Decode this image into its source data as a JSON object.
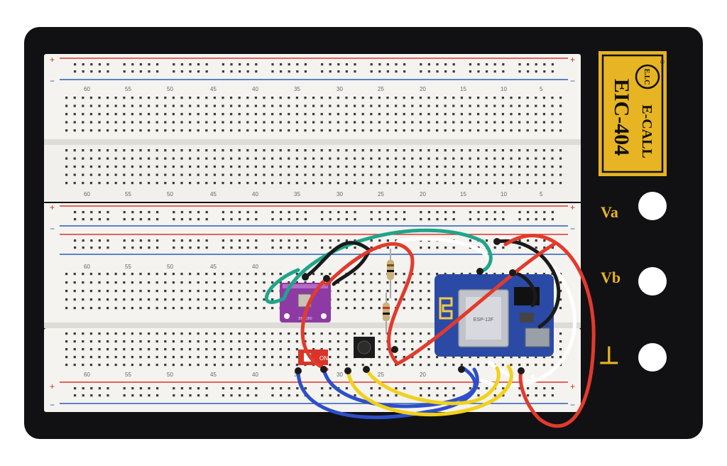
{
  "logo": {
    "brand": "E-CALL",
    "initials": "E.I.C",
    "model": "EIC-404",
    "registered": "®"
  },
  "terminals": {
    "va": "Va",
    "vb": "Vb",
    "ground": "⊥"
  },
  "rail_marks": {
    "plus": "+",
    "minus": "−"
  },
  "numbers_top": [
    "60",
    "55",
    "50",
    "45",
    "40",
    "35",
    "30",
    "25",
    "20",
    "15",
    "10",
    "5"
  ],
  "numbers_bottom": [
    "60",
    "55",
    "50",
    "45",
    "40",
    "35",
    "30",
    "25",
    "20"
  ],
  "components": {
    "dip_switch_label": "ON",
    "sensor_label": "BME280",
    "mcu_label": "ESP-12F"
  },
  "colors": {
    "board": "#111114",
    "breadboard": "#f4f3ef",
    "rail_red": "#e0322c",
    "rail_blue": "#2c5db5",
    "logo_gold": "#e7b423",
    "wire_red": "#e23a2c",
    "wire_blue": "#2e4fc9",
    "wire_yellow": "#f1d11c",
    "wire_green": "#1fa58a",
    "wire_black": "#1a1a1a",
    "wire_white": "#ffffff",
    "mcu_blue": "#2a4aa6",
    "sensor_purple": "#8e3aa4",
    "switch_red": "#d83528"
  }
}
